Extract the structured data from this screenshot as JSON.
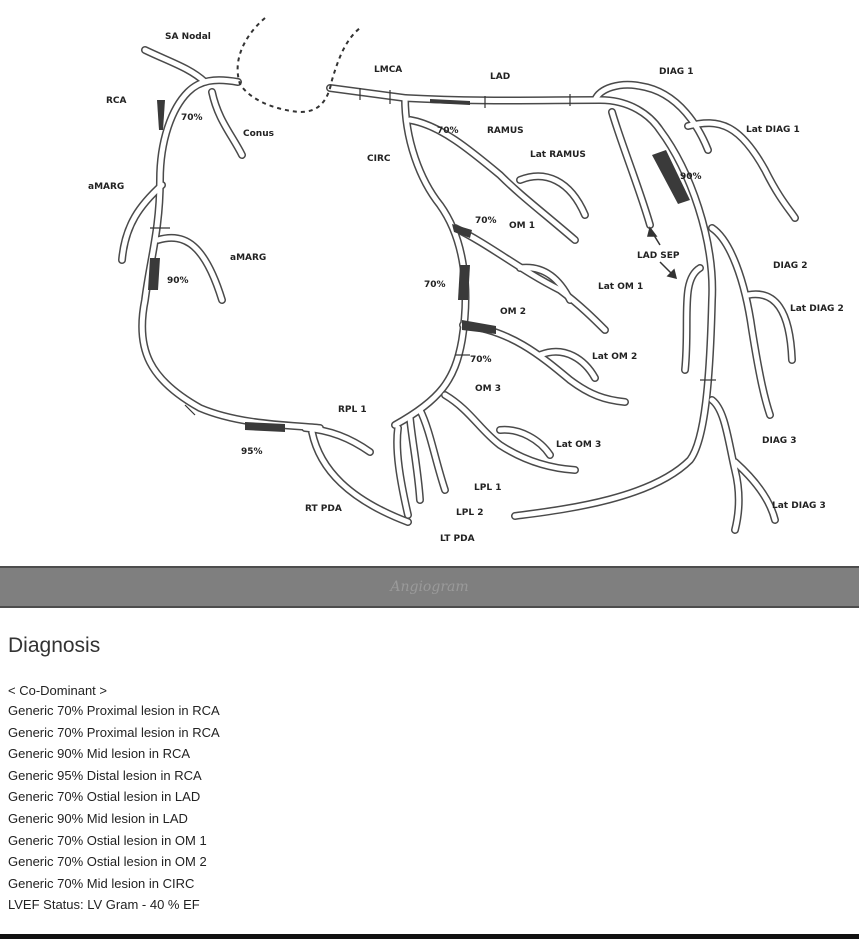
{
  "diagram": {
    "labels": {
      "sa_nodal": "SA Nodal",
      "lmca": "LMCA",
      "lad": "LAD",
      "diag1": "DIAG 1",
      "rca": "RCA",
      "conus": "Conus",
      "ramus": "RAMUS",
      "lat_diag1": "Lat DIAG 1",
      "circ": "CIRC",
      "lat_ramus": "Lat RAMUS",
      "amarg1": "aMARG",
      "om1": "OM 1",
      "lad_sep": "LAD SEP",
      "diag2": "DIAG 2",
      "amarg2": "aMARG",
      "lat_om1": "Lat OM 1",
      "lat_diag2": "Lat DIAG 2",
      "om2": "OM 2",
      "lat_om2": "Lat OM 2",
      "om3": "OM 3",
      "rpl1": "RPL 1",
      "lat_om3": "Lat OM 3",
      "diag3": "DIAG 3",
      "lpl1": "LPL 1",
      "rt_pda": "RT PDA",
      "lpl2": "LPL 2",
      "lat_diag3": "Lat DIAG 3",
      "lt_pda": "LT PDA"
    },
    "lesion_labels": {
      "rca_prox": "70%",
      "lad_ostial": "70%",
      "lad_mid": "90%",
      "om1_ostial": "70%",
      "rca_mid": "90%",
      "circ_mid": "70%",
      "om2_ostial": "70%",
      "rca_distal": "95%"
    }
  },
  "banner": {
    "text": "Angiogram"
  },
  "diagnosis": {
    "title": "Diagnosis",
    "dominance": "< Co-Dominant >",
    "findings": [
      "Generic 70% Proximal lesion in RCA",
      "Generic 70% Proximal lesion in RCA",
      "Generic 90% Mid lesion in RCA",
      "Generic 95% Distal lesion in RCA",
      "Generic 70% Ostial lesion in LAD",
      "Generic 90% Mid lesion in LAD",
      "Generic 70% Ostial lesion in OM 1",
      "Generic 70% Ostial lesion in OM 2",
      "Generic 70% Mid lesion in CIRC",
      "LVEF Status: LV Gram - 40 % EF"
    ]
  }
}
